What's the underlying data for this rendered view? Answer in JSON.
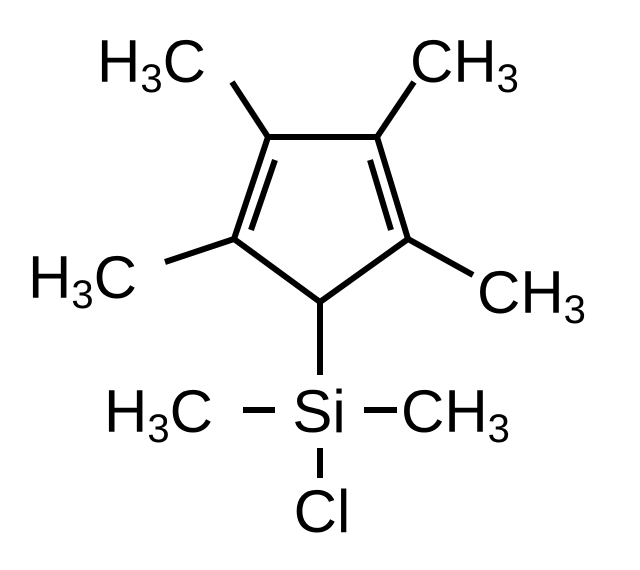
{
  "structure": {
    "atoms": {
      "methyl_top_left": {
        "main": "H",
        "sub": "3",
        "tail": "C"
      },
      "methyl_top_right": {
        "main": "CH",
        "sub": "3"
      },
      "methyl_left": {
        "main": "H",
        "sub": "3",
        "tail": "C"
      },
      "methyl_right": {
        "main": "CH",
        "sub": "3"
      },
      "silicon": "Si",
      "si_methyl_left": {
        "main": "H",
        "sub": "3",
        "tail": "C"
      },
      "si_methyl_right": {
        "main": "CH",
        "sub": "3"
      },
      "chlorine": "Cl"
    }
  }
}
